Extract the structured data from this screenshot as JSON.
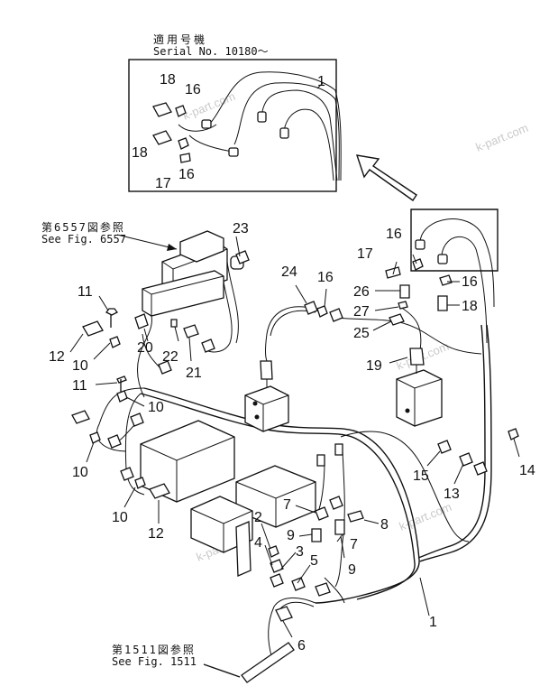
{
  "notes": {
    "top_jp": "適用号機",
    "top_serial": "Serial No. 10180～",
    "left_jp": "第6557図参照",
    "left_see": "See Fig. 6557",
    "bottom_jp": "第1511図参照",
    "bottom_see": "See Fig. 1511"
  },
  "watermarks": [
    "k-part.com",
    "k-part.com",
    "k-part.com",
    "k-part.com",
    "k-part.com"
  ],
  "part_labels": {
    "inset": [
      "18",
      "16",
      "1",
      "18",
      "16",
      "17"
    ],
    "main": [
      "23",
      "16",
      "17",
      "16",
      "26",
      "18",
      "27",
      "24",
      "16",
      "25",
      "19",
      "11",
      "12",
      "10",
      "20",
      "22",
      "21",
      "11",
      "10",
      "10",
      "10",
      "12",
      "7",
      "8",
      "9",
      "7",
      "9",
      "2",
      "4",
      "3",
      "5",
      "6",
      "1",
      "15",
      "13",
      "14"
    ]
  },
  "colors": {
    "ink": "#111111",
    "paper": "#ffffff",
    "watermark": "#c9c9c9"
  }
}
